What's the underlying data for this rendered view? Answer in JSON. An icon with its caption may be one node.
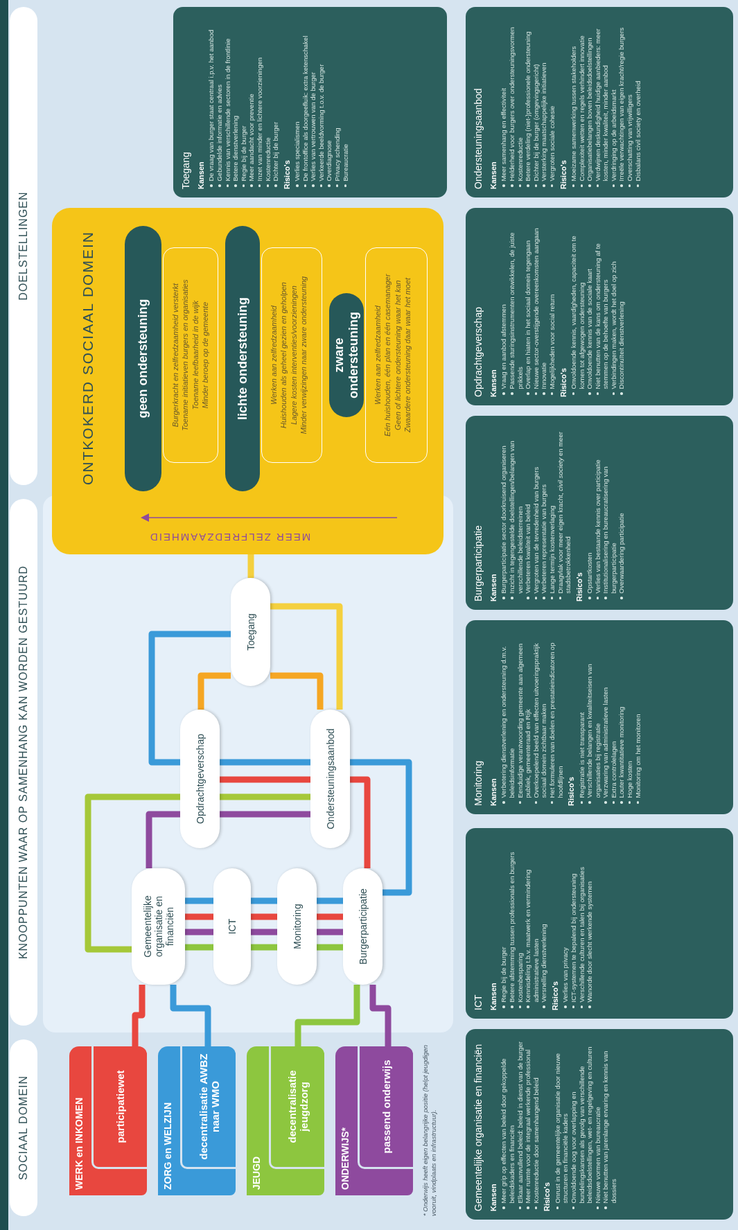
{
  "diagram": {
    "nodes": [
      {
        "text": [
          "SOCIAAL DOMEIN"
        ]
      },
      {
        "text": [
          "KNOOPPUNTEN WAAR OP SAMENHANG KAN WORDEN GESTUURD"
        ]
      },
      {
        "text": [
          "DOELSTELLINGEN"
        ]
      },
      {
        "text": [
          "WERK en INKOMEN",
          "participatiewet"
        ]
      },
      {
        "text": [
          "ZORG en WELZIJN",
          "decentralisatie AWBZ naar WMO"
        ]
      },
      {
        "text": [
          "JEUGD",
          "decentralisatie jeugdzorg"
        ]
      },
      {
        "text": [
          "ONDERWIJS*",
          "passend onderwijs"
        ]
      },
      {
        "text": [
          "Gemeentelijke organisatie en financiën"
        ]
      },
      {
        "text": [
          "ICT"
        ]
      },
      {
        "text": [
          "Monitoring"
        ]
      },
      {
        "text": [
          "Burgerparticipatie"
        ]
      },
      {
        "text": [
          "Opdrachtgeverschap"
        ]
      },
      {
        "text": [
          "Ondersteuningsaanbod"
        ]
      },
      {
        "text": [
          "Toegang"
        ]
      },
      {
        "text": [
          "ONTKOKERD SOCIAAL DOMEIN",
          "MEER ZELFREDZAAMHEID"
        ]
      },
      {
        "text": [
          "geen ondersteuning"
        ],
        "in": 14
      },
      {
        "text": [
          "Burgerkracht en zelfredzaamheid versterkt",
          "Toename initiatieven burgers en organisaties",
          "Toename leefbaarheid in de wijk",
          "Minder beroep op de gemeente"
        ],
        "in": 14
      },
      {
        "text": [
          "lichte ondersteuning"
        ],
        "in": 14
      },
      {
        "text": [
          "Werken aan zelfredzaamheid",
          "Huishouden als geheel gezien en geholpen",
          "Lagere kosten interventies/voorzieningen",
          "Minder verwijzingen naar zware ondersteuning"
        ],
        "in": 14
      },
      {
        "text": [
          "zware ondersteuning"
        ],
        "in": 14
      },
      {
        "text": [
          "Werken aan zelfredzaamheid",
          "Eén huishouden, één plan en één casemanager",
          "Geen of lichtere ondersteuning waar het kan",
          "Zwaardere ondersteuning daar waar het moet"
        ],
        "in": 14
      },
      {
        "text": [
          "Toegang",
          "Kansen",
          "De vraag van burger staat centraal i.p.v. het aanbod",
          "Gebundelde informatie en advies",
          "Kennis van verschillende sectoren in de frontlinie",
          "Betere dienstverlening",
          "Regie bij de burger",
          "Meer aandacht voor preventie",
          "Inzet van minder en lichtere voorzieningen",
          "Kostenreductie",
          "Dichter bij de burger",
          "Risico's",
          "Verlies specialismen",
          "De frontoffice als doorgeefluik: extra ketenschakel",
          "Verlies van vertrouwen van de burger",
          "Verkeerde beeldvorming t.o.v. de burger",
          "Overdiagnose",
          "Privacy schending",
          "Bureaucratie"
        ]
      },
      {
        "text": [
          "Gemeentelijke organisatie en financiën",
          "Kansen",
          "Meer grip op effecten van beleid door gekoppelde beleidskaders en financiën",
          "Elkaar aanvullend beleid: beleid in dienst van de burger",
          "Meer ruimte voor de integraal werkende professional",
          "Kostenreductie door samenhangend beleid",
          "Risico's",
          "Onrust in de gemeentelijke organisatie door nieuwe structuren en financiële kaders",
          "Onvoldoende oog voor overlapping en bundelingskansen als gevolg van verschillende beleidsdoelstellingen, wet- en regelgeving en culturen",
          "Nieuwe vormen van bureaucratie",
          "Niet benutten van jarenlange ervaring en kennis van dossiers"
        ]
      },
      {
        "text": [
          "ICT",
          "Kansen",
          "Regie bij de burger",
          "Betere afstemming tussen professionals en burgers",
          "Kostenbesparing",
          "Kennisdeling t.b.v. maatwerk en vermindering administratieve lasten",
          "Versnelling dienstverlening",
          "Risico's",
          "Verlies van privacy",
          "ICT-systemen te bepalend bij ondersteuning",
          "Verschillende culturen en talen bij organisaties",
          "Wanorde door slecht werkende systemen"
        ]
      },
      {
        "text": [
          "Monitoring",
          "Kansen",
          "Verbetering dienstverlening en ondersteuning d.m.v. beleidsinformatie",
          "Eenduidige verantwoording gemeente aan algemeen publiek, gemeenteraad en Rijk",
          "Overkoepelend beeld van effecten uitvoeringspraktijk sociaal domein zichtbaar maken",
          "Het formuleren van doelen en prestatieindicatoren op hoofdlijnen",
          "Risico's",
          "Registratie is niet transparant",
          "Verschillende belangen en kwaliteitseisen van organisaties bij registratie",
          "Verzwaring van administratieve lasten",
          "Extra controlelagen",
          "Louter kwantitatieve monitoring",
          "Hoge kosten",
          "Monitoring om het monitoren"
        ]
      },
      {
        "text": [
          "Burgerparticipatie",
          "Kansen",
          "Burgerparticipatie sector doorkruisend organiseren",
          "Inzicht in tegengestelde doelstellingen/belangen van verschillende beleidsterreinen",
          "Verbeteren kwaliteit van beleid",
          "Vergroten van de tevredenheid van burgers",
          "Verbeteren representatie van burgers",
          "Lange termijn kostenverlaging",
          "Draagvlak voor meer eigen kracht, *civil society* en meer stadsbetrokkenheid",
          "Risico's",
          "Opstartkosten",
          "Verlies van bestaande kennis over participatie",
          "Institutionalisering en bureaucratisering van burgerparticipatie",
          "Overwaardering participatie"
        ]
      },
      {
        "text": [
          "Opdrachtgeverschap",
          "Kansen",
          "Vraag en aanbod afstemmen",
          "Passende sturingsinstrumenten ontwikkelen, de juiste prikkels",
          "Overlap en hiaten in het sociaal domein tegengaan",
          "Nieuwe sector-overstijgende overeenkomsten aangaan",
          "Innovatie",
          "Mogelijkheden voor social return",
          "Risico's",
          "Onvoldoende kennis, vaardigheden, capaciteit om te komen tot afgewogen ondersteuning",
          "Onvoldoende kennis van de sociale kaart",
          "Niet benutten van de kans om ondersteuning af te stemmen op de behoefte van burgers",
          "Verbindingen maken, wordt het doel op zich",
          "Discontinuïteit dienstverlening"
        ]
      },
      {
        "text": [
          "Ondersteuningsaanbod",
          "Kansen",
          "Meer samenhang en effectiviteit",
          "Helderheid voor burgers over ondersteuningsvormen",
          "Kostenreductie",
          "Betere verdeling (niet-)professionele ondersteuning",
          "Dichter bij de burger (omgevingsgericht)",
          "Versterking maatschappelijke initiatieven",
          "Vergroten sociale cohesie",
          "Risico's",
          "Moeizame samenwerking tussen stakeholders",
          "Complexiteit wetten en regels verhindert innovatie",
          "Organisatiebelangen boven beleidsdoelstellingen",
          "Verdwijnen deskundigheid huidige aanbieders: meer kosten, minder kwaliteit, minder aanbod",
          "Verdringing op de arbeidsmarkt",
          "Irreële verwachtingen van eigen kracht/regie burgers",
          "Overschatting van vrijwilligers",
          "Disbalans civil society en overheid"
        ]
      }
    ],
    "edges": [
      {
        "from": 3,
        "to": 7,
        "arrow": "none",
        "color": "#e8473f"
      },
      {
        "from": 4,
        "to": 7,
        "arrow": "none",
        "color": "#3a9ad9"
      },
      {
        "from": 5,
        "to": 10,
        "arrow": "none",
        "color": "#8dc63f"
      },
      {
        "from": 6,
        "to": 10,
        "arrow": "none",
        "color": "#8e4a9e"
      },
      {
        "from": 7,
        "to": 8,
        "arrow": "none",
        "color": "#3a9ad9"
      },
      {
        "from": 7,
        "to": 8,
        "arrow": "none",
        "color": "#e8473f"
      },
      {
        "from": 7,
        "to": 8,
        "arrow": "none",
        "color": "#8e4a9e"
      },
      {
        "from": 7,
        "to": 8,
        "arrow": "none",
        "color": "#8dc63f"
      },
      {
        "from": 8,
        "to": 9,
        "arrow": "none",
        "color": "#3a9ad9"
      },
      {
        "from": 8,
        "to": 9,
        "arrow": "none",
        "color": "#e8473f"
      },
      {
        "from": 8,
        "to": 9,
        "arrow": "none",
        "color": "#8e4a9e"
      },
      {
        "from": 8,
        "to": 9,
        "arrow": "none",
        "color": "#8dc63f"
      },
      {
        "from": 9,
        "to": 10,
        "arrow": "none",
        "color": "#3a9ad9"
      },
      {
        "from": 9,
        "to": 10,
        "arrow": "none",
        "color": "#e8473f"
      },
      {
        "from": 9,
        "to": 10,
        "arrow": "none",
        "color": "#8e4a9e"
      },
      {
        "from": 9,
        "to": 10,
        "arrow": "none",
        "color": "#8dc63f"
      },
      {
        "from": 7,
        "to": 11,
        "arrow": "none",
        "color": "#8e4a9e"
      },
      {
        "from": 11,
        "to": 12,
        "arrow": "none",
        "color": "#8e4a9e"
      },
      {
        "from": 7,
        "to": 11,
        "arrow": "none",
        "color": "#a5c839"
      },
      {
        "from": 11,
        "to": 12,
        "arrow": "none",
        "color": "#a5c839"
      },
      {
        "from": 12,
        "to": 13,
        "arrow": "none",
        "color": "#f4d03f"
      },
      {
        "from": 10,
        "to": 12,
        "arrow": "none",
        "color": "#e8473f"
      },
      {
        "from": 12,
        "to": 11,
        "arrow": "none",
        "color": "#e8473f"
      },
      {
        "from": 10,
        "to": 12,
        "arrow": "none",
        "color": "#3a9ad9"
      },
      {
        "from": 12,
        "to": 11,
        "arrow": "none",
        "color": "#3a9ad9"
      },
      {
        "from": 11,
        "to": 13,
        "arrow": "none",
        "color": "#3a9ad9"
      },
      {
        "from": 11,
        "to": 13,
        "arrow": "none",
        "color": "#f5a623"
      },
      {
        "from": 12,
        "to": 13,
        "arrow": "none",
        "color": "#f5a623"
      },
      {
        "from": 13,
        "to": 14,
        "arrow": "none",
        "color": "#f4d03f"
      }
    ],
    "labels": [
      "* Onderwijs heeft eigen belangrijke positie (helpt jeugdigen vooruit, vindplaats en infrastructuur)."
    ]
  }
}
